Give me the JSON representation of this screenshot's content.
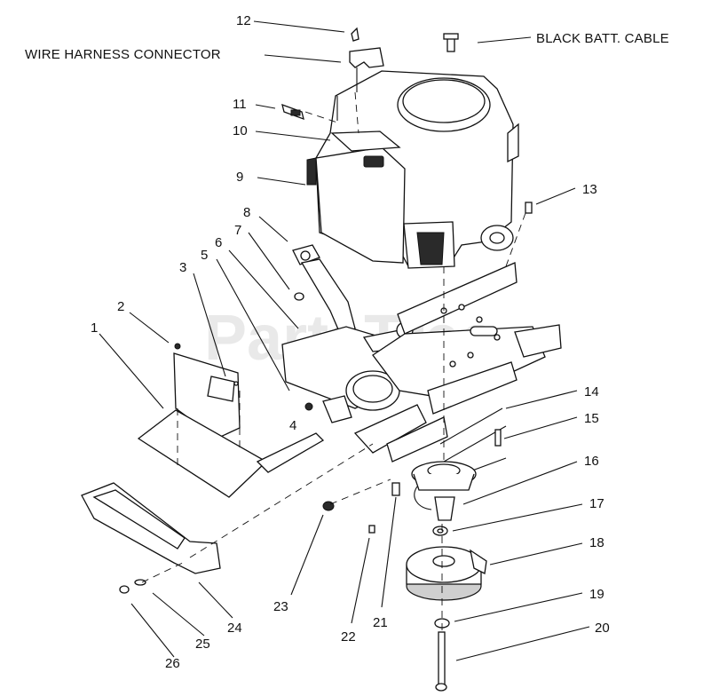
{
  "diagram": {
    "watermark": "PartsTree",
    "labels": {
      "wire_harness": "WIRE HARNESS CONNECTOR",
      "black_batt": "BLACK BATT. CABLE"
    },
    "callouts": [
      "1",
      "2",
      "3",
      "4",
      "5",
      "6",
      "7",
      "8",
      "9",
      "10",
      "11",
      "12",
      "13",
      "14",
      "15",
      "16",
      "17",
      "18",
      "19",
      "20",
      "21",
      "22",
      "23",
      "24",
      "25",
      "26"
    ]
  }
}
